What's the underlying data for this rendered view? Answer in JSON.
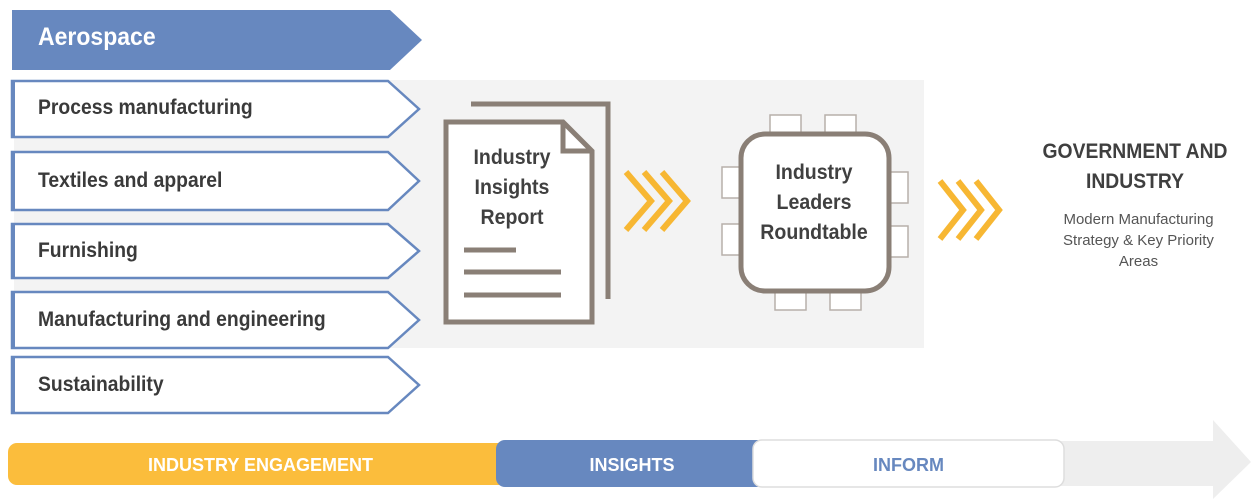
{
  "categories": [
    {
      "label": "Aerospace",
      "highlighted": true
    },
    {
      "label": "Process manufacturing",
      "highlighted": false
    },
    {
      "label": "Textiles and apparel",
      "highlighted": false
    },
    {
      "label": "Furnishing",
      "highlighted": false
    },
    {
      "label": "Manufacturing and engineering",
      "highlighted": false
    },
    {
      "label": "Sustainability",
      "highlighted": false
    }
  ],
  "report": {
    "label_lines": [
      "Industry",
      "Insights",
      "Report"
    ],
    "icon": "document-icon"
  },
  "roundtable": {
    "label_lines": [
      "Industry",
      "Leaders",
      "Roundtable"
    ],
    "icon": "meeting-table-icon"
  },
  "outcome": {
    "title_lines": [
      "GOVERNMENT AND",
      "INDUSTRY"
    ],
    "subtitle_lines": [
      "Modern Manufacturing",
      "Strategy & Key Priority",
      "Areas"
    ]
  },
  "stages": [
    {
      "label": "INDUSTRY ENGAGEMENT",
      "fill": "#fbbd3c",
      "text_color": "#ffffff"
    },
    {
      "label": "INSIGHTS",
      "fill": "#6788bf",
      "text_color": "#ffffff"
    },
    {
      "label": "INFORM",
      "fill": "#ffffff",
      "text_color": "#6788bf"
    }
  ],
  "colors": {
    "blue": "#6788bf",
    "yellow": "#fbbd3c",
    "chevron": "#f7b733",
    "icon_stroke": "#8a7f76",
    "panel": "#f3f3f3",
    "arrow_bg": "#eeeeee"
  }
}
